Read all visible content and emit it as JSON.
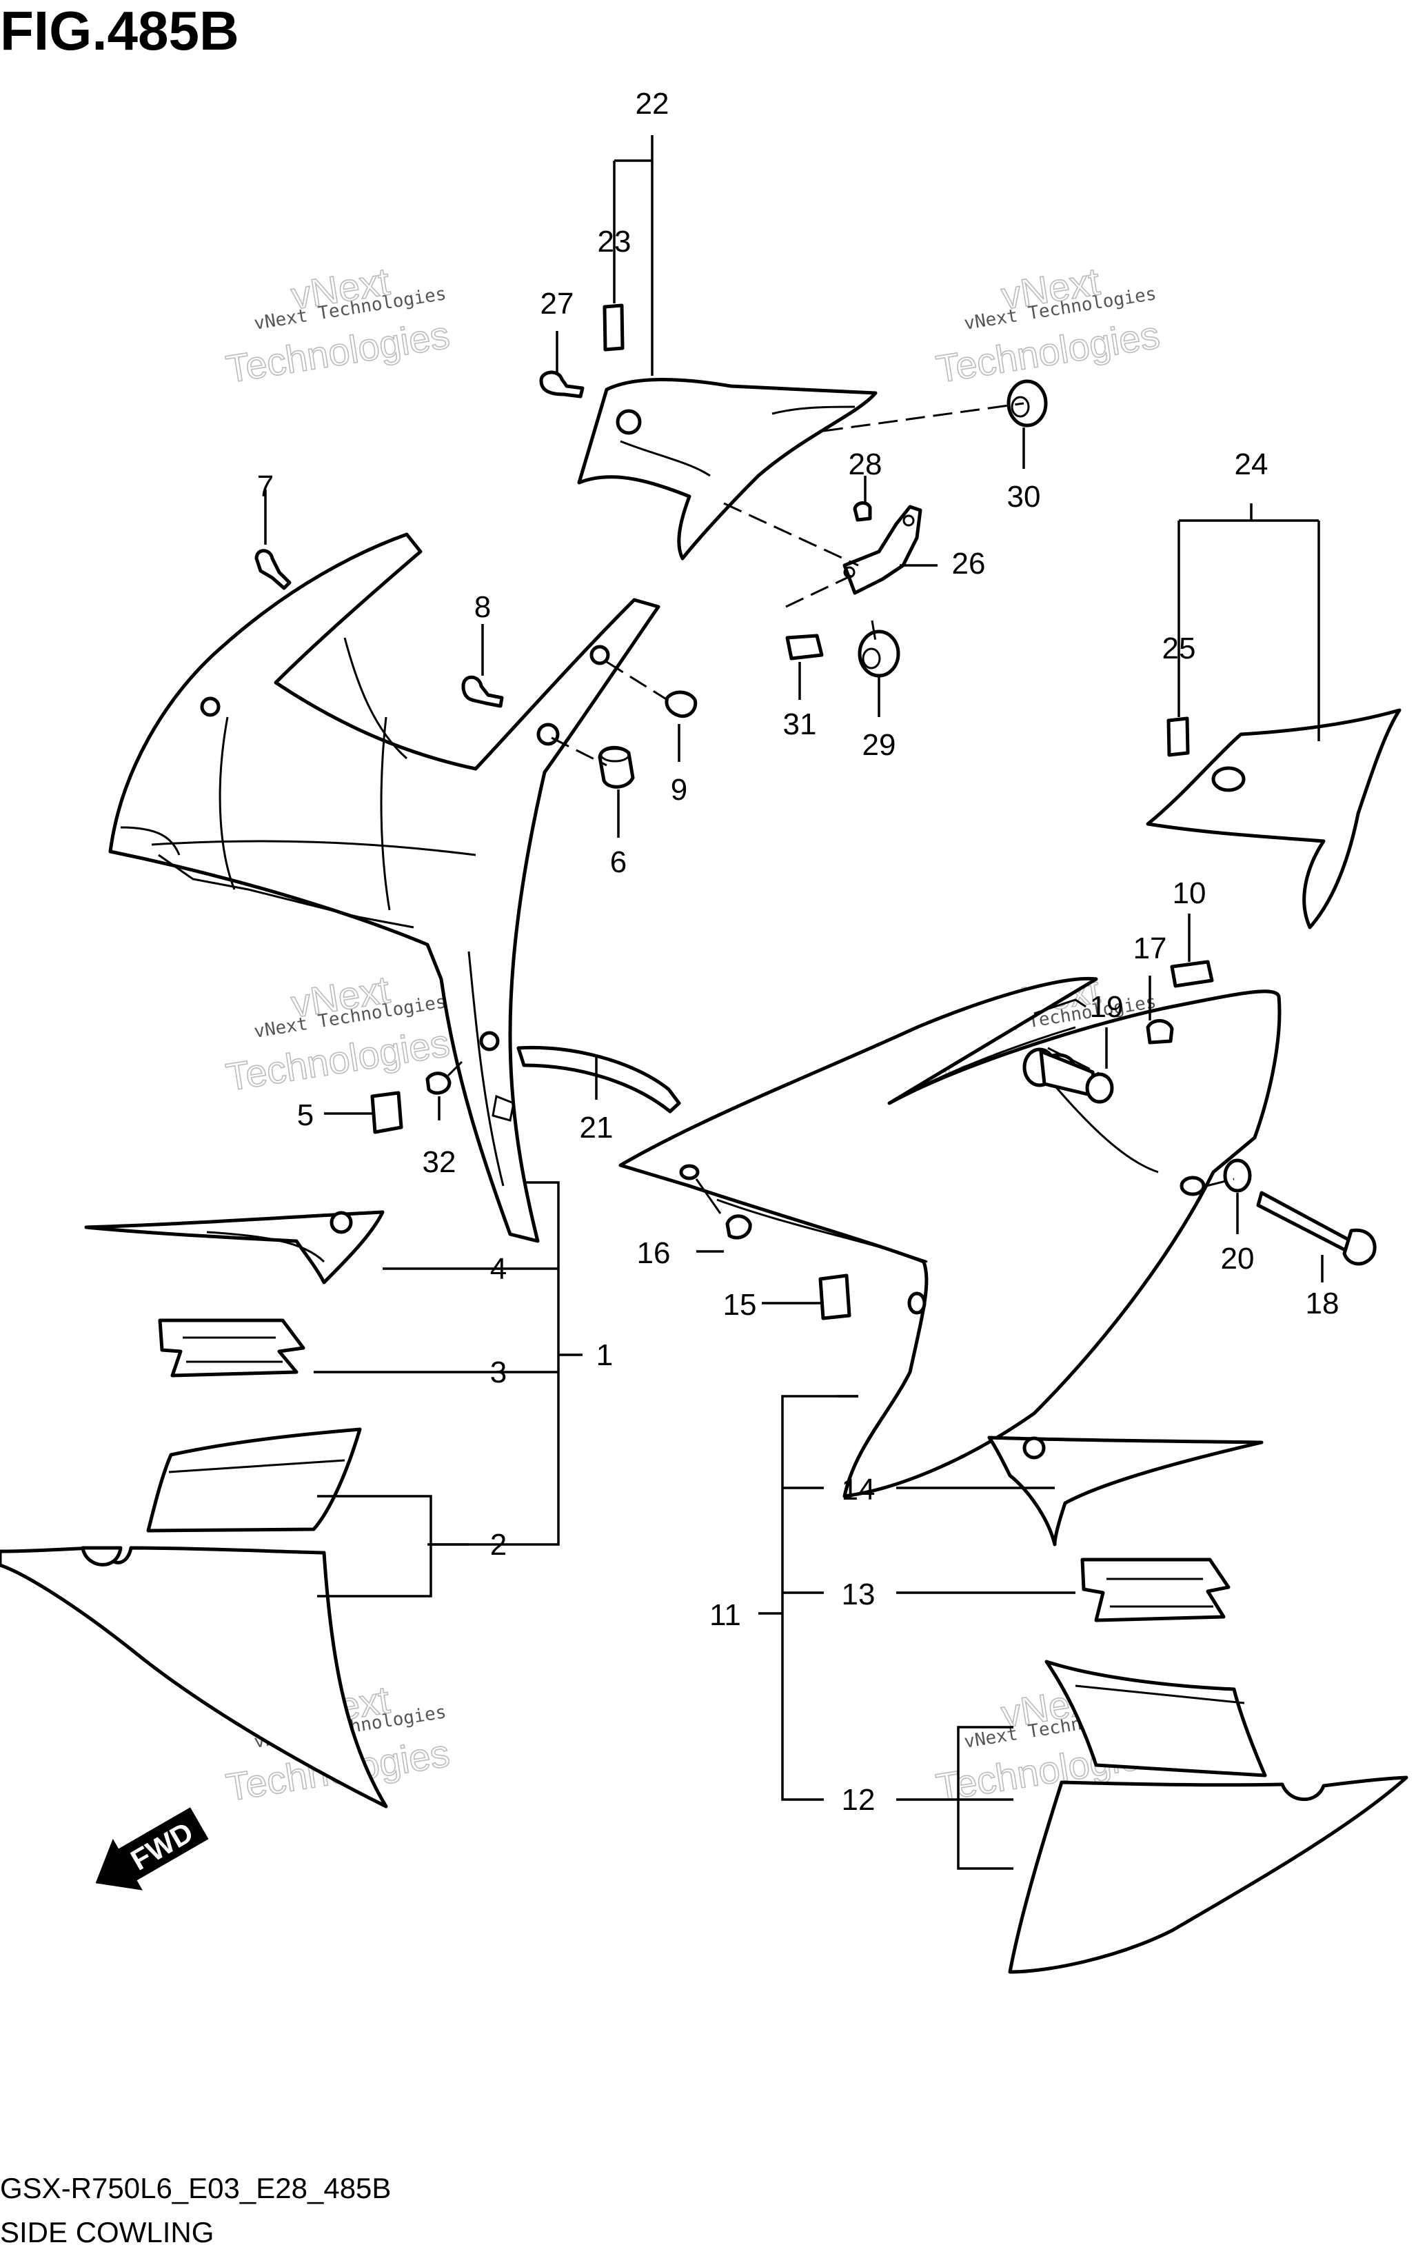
{
  "figure_title": "FIG.485B",
  "callouts": {
    "c1": "1",
    "c2": "2",
    "c3": "3",
    "c4": "4",
    "c5": "5",
    "c6": "6",
    "c7": "7",
    "c8": "8",
    "c9": "9",
    "c10": "10",
    "c11": "11",
    "c12": "12",
    "c13": "13",
    "c14": "14",
    "c15": "15",
    "c16": "16",
    "c17": "17",
    "c18": "18",
    "c19": "19",
    "c20": "20",
    "c21": "21",
    "c22": "22",
    "c23": "23",
    "c24": "24",
    "c25": "25",
    "c26": "26",
    "c27": "27",
    "c28": "28",
    "c29": "29",
    "c30": "30",
    "c31": "31",
    "c32": "32"
  },
  "watermark": {
    "line1": "vNext Technologies",
    "line2a": "vNext",
    "line2b": "Technologies"
  },
  "fwd_label": "FWD",
  "footer": {
    "code": "GSX-R750L6_E03_E28_485B",
    "name": "SIDE COWLING"
  }
}
